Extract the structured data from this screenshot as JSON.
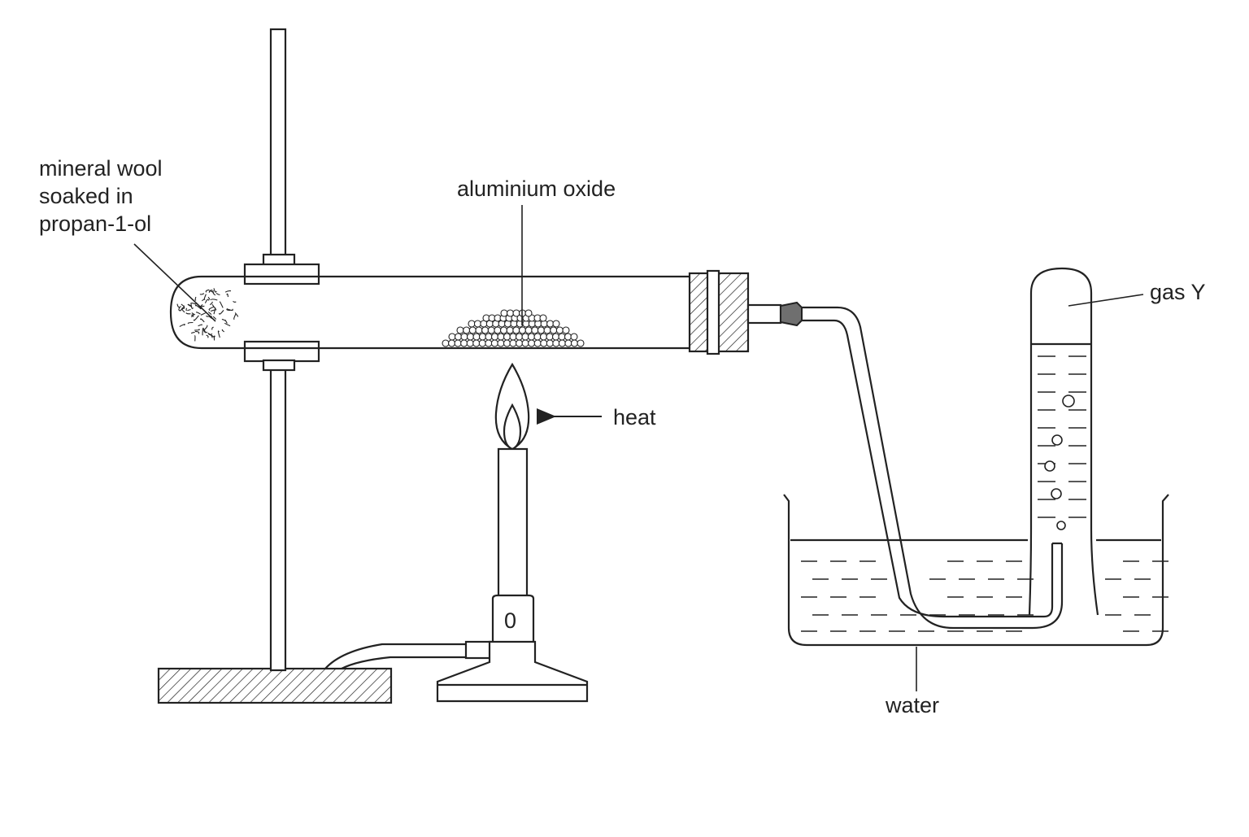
{
  "labels": {
    "mineral_wool": [
      "mineral wool",
      "soaked in",
      "propan-1-ol"
    ],
    "aluminium_oxide": "aluminium oxide",
    "heat": "heat",
    "gas": "gas Y",
    "water": "water",
    "burner_mark": "0"
  },
  "colors": {
    "line": "#222222",
    "background": "#ffffff",
    "connector": "#6f6f6f"
  }
}
